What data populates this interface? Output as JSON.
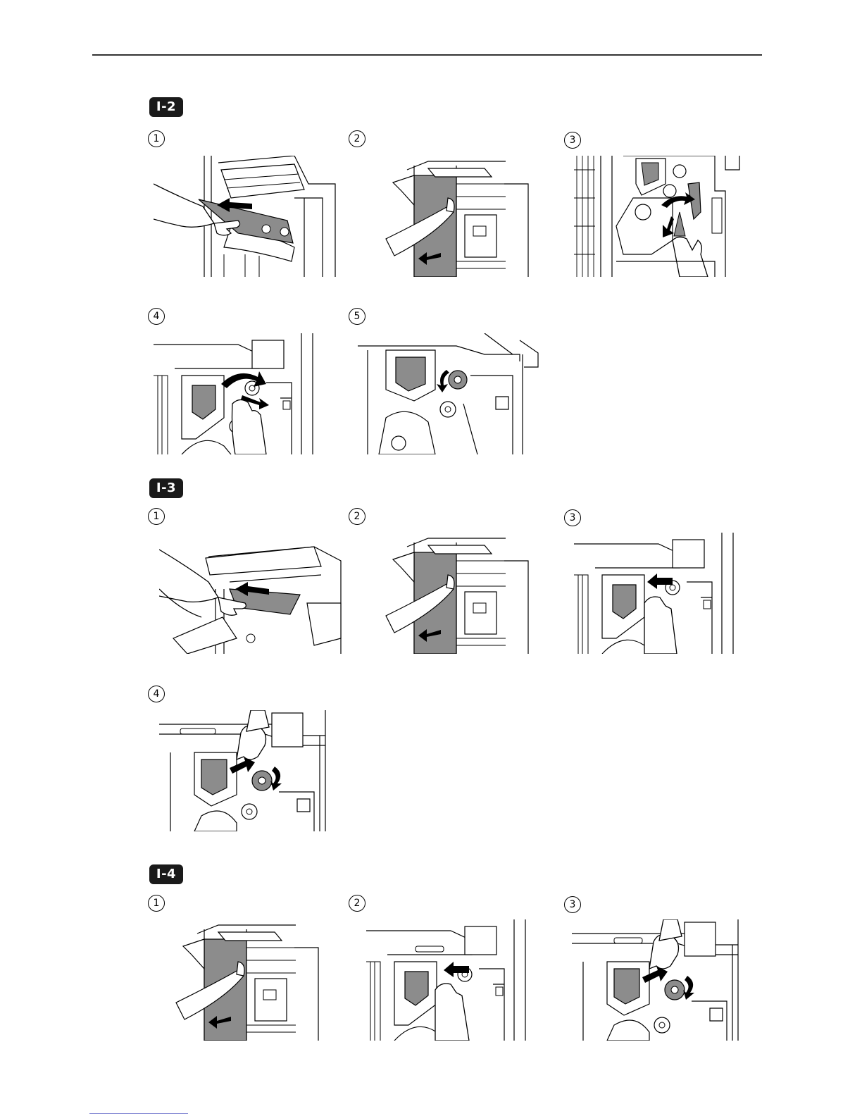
{
  "sections": [
    {
      "badge": "I-2",
      "steps": [
        "1",
        "2",
        "3",
        "4",
        "5"
      ]
    },
    {
      "badge": "I-3",
      "steps": [
        "1",
        "2",
        "3",
        "4"
      ]
    },
    {
      "badge": "I-4",
      "steps": [
        "1",
        "2",
        "3"
      ]
    }
  ],
  "illustrations": {
    "i2": [
      "pull-paper-from-exit-tray",
      "open-front-cover",
      "turn-lever-remove-paper",
      "open-guide-remove-paper",
      "turn-knob-feed-paper"
    ],
    "i3": [
      "pull-paper-from-tray",
      "open-front-cover",
      "pull-guide-handle",
      "turn-knob-remove-paper"
    ],
    "i4": [
      "open-front-cover",
      "pull-guide-handle",
      "turn-knob-remove-paper"
    ]
  },
  "colors": {
    "badge_bg": "#1a1a1a",
    "panel_gray": "#8c8c8c",
    "line": "#000000"
  }
}
